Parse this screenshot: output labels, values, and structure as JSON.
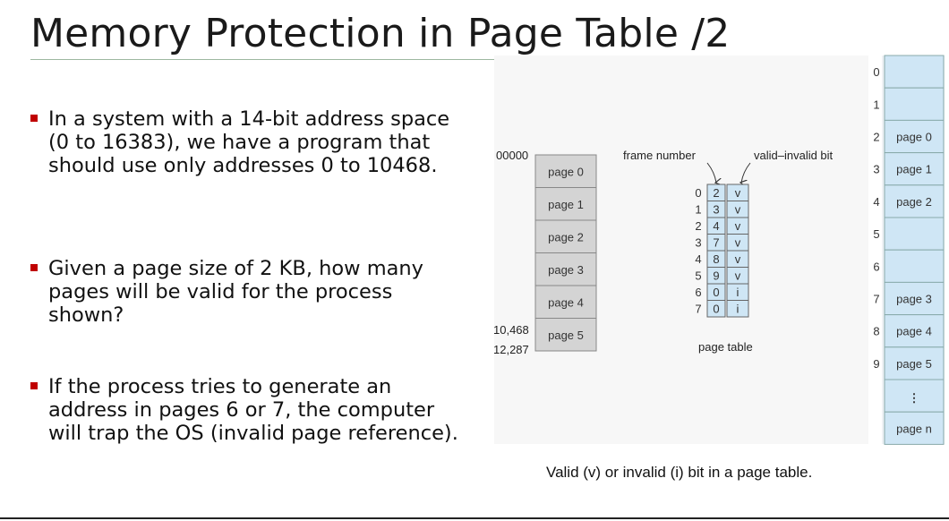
{
  "slide": {
    "title": "Memory Protection in Page Table /2",
    "bullets": [
      {
        "text": "In a system with a 14-bit address space (0 to 16383), we have a program that should use only addresses 0 to 10468."
      },
      {
        "text": "Given a page size of 2 KB, how many pages will be valid for the process shown?"
      },
      {
        "text": "If the process tries to generate an address in pages 6 or 7, the computer will trap the OS (invalid page reference)."
      }
    ],
    "caption": "Valid (v) or invalid (i) bit in a page table."
  },
  "figure": {
    "logical_memory": {
      "start_address": "00000",
      "address_labels": [
        "10,468",
        "12,287"
      ],
      "pages": [
        "page 0",
        "page 1",
        "page 2",
        "page 3",
        "page 4",
        "page 5"
      ]
    },
    "page_table": {
      "frame_number_label": "frame number",
      "valid_invalid_label": "valid–invalid bit",
      "caption": "page table",
      "rows": [
        {
          "index": "0",
          "frame": "2",
          "bit": "v"
        },
        {
          "index": "1",
          "frame": "3",
          "bit": "v"
        },
        {
          "index": "2",
          "frame": "4",
          "bit": "v"
        },
        {
          "index": "3",
          "frame": "7",
          "bit": "v"
        },
        {
          "index": "4",
          "frame": "8",
          "bit": "v"
        },
        {
          "index": "5",
          "frame": "9",
          "bit": "v"
        },
        {
          "index": "6",
          "frame": "0",
          "bit": "i"
        },
        {
          "index": "7",
          "frame": "0",
          "bit": "i"
        }
      ]
    },
    "physical_memory": {
      "frames": [
        {
          "index": "0",
          "content": ""
        },
        {
          "index": "1",
          "content": ""
        },
        {
          "index": "2",
          "content": "page 0"
        },
        {
          "index": "3",
          "content": "page 1"
        },
        {
          "index": "4",
          "content": "page 2"
        },
        {
          "index": "5",
          "content": ""
        },
        {
          "index": "6",
          "content": ""
        },
        {
          "index": "7",
          "content": "page 3"
        },
        {
          "index": "8",
          "content": "page 4"
        },
        {
          "index": "9",
          "content": "page 5"
        },
        {
          "index": "",
          "content": "⋮"
        },
        {
          "index": "",
          "content": "page n"
        }
      ]
    },
    "colors": {
      "logical_page_fill": "#d4d4d4",
      "table_fill": "#cfe6f5",
      "frame_fill": "#cfe6f5",
      "bullet_marker": "#c00000"
    }
  }
}
